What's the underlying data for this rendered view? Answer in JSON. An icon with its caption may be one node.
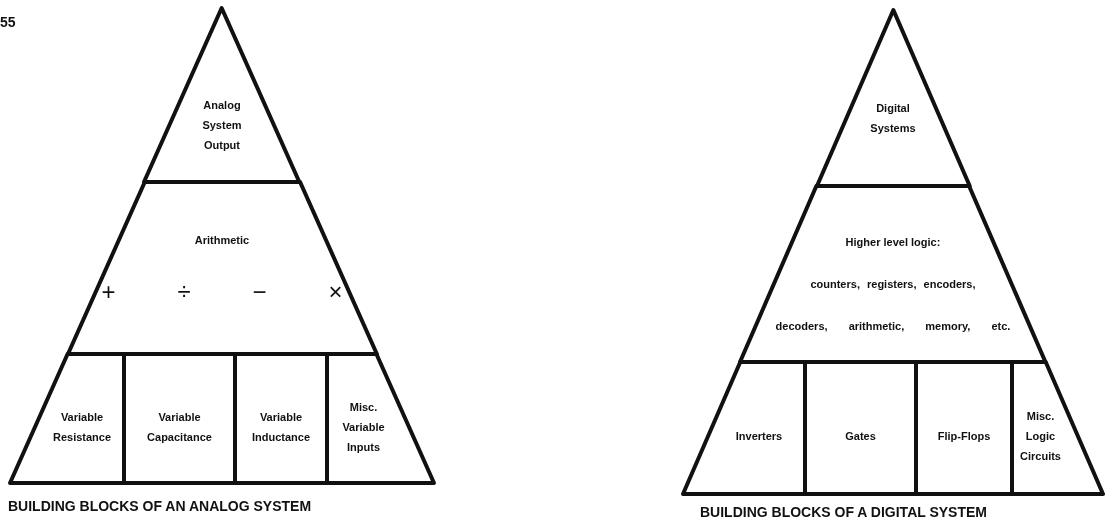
{
  "diagram": {
    "nodes": [
      {
        "text": [
          "Analog System Output"
        ]
      },
      {
        "text": [
          "Arithmetic",
          "+",
          "÷",
          "−",
          "×"
        ]
      },
      {
        "text": [
          "Variable Resistance"
        ]
      },
      {
        "text": [
          "Variable Capacitance"
        ]
      },
      {
        "text": [
          "Variable Inductance"
        ]
      },
      {
        "text": [
          "Misc. Variable Inputs"
        ]
      },
      {
        "text": [
          "Digital Systems"
        ]
      },
      {
        "text": [
          "Higher level logic:",
          "counters, registers, encoders,",
          "decoders, arithmetic, memory, etc."
        ]
      },
      {
        "text": [
          "Inverters"
        ]
      },
      {
        "text": [
          "Gates"
        ]
      },
      {
        "text": [
          "Flip-Flops"
        ]
      },
      {
        "text": [
          "Misc. Logic Circuits"
        ]
      }
    ],
    "labels": [
      "55",
      "BUILDING BLOCKS OF AN ANALOG SYSTEM",
      "BUILDING BLOCKS OF A DIGITAL SYSTEM"
    ]
  }
}
